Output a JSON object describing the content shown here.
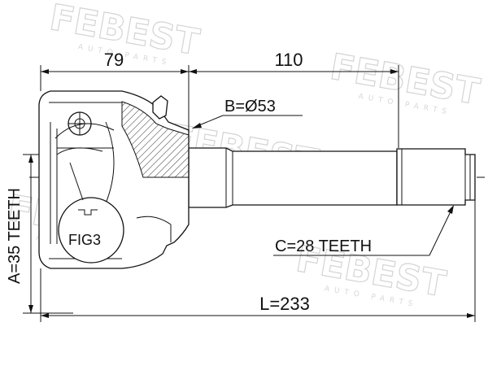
{
  "watermark": {
    "brand": "FEBEST",
    "subtitle": "AUTO PARTS"
  },
  "labels": {
    "dim_79": "79",
    "dim_110": "110",
    "diameter_b": "B=Ø53",
    "teeth_a": "A=35 TEETH",
    "teeth_c": "C=28 TEETH",
    "length_l": "L=233",
    "fig": "FIG3"
  }
}
